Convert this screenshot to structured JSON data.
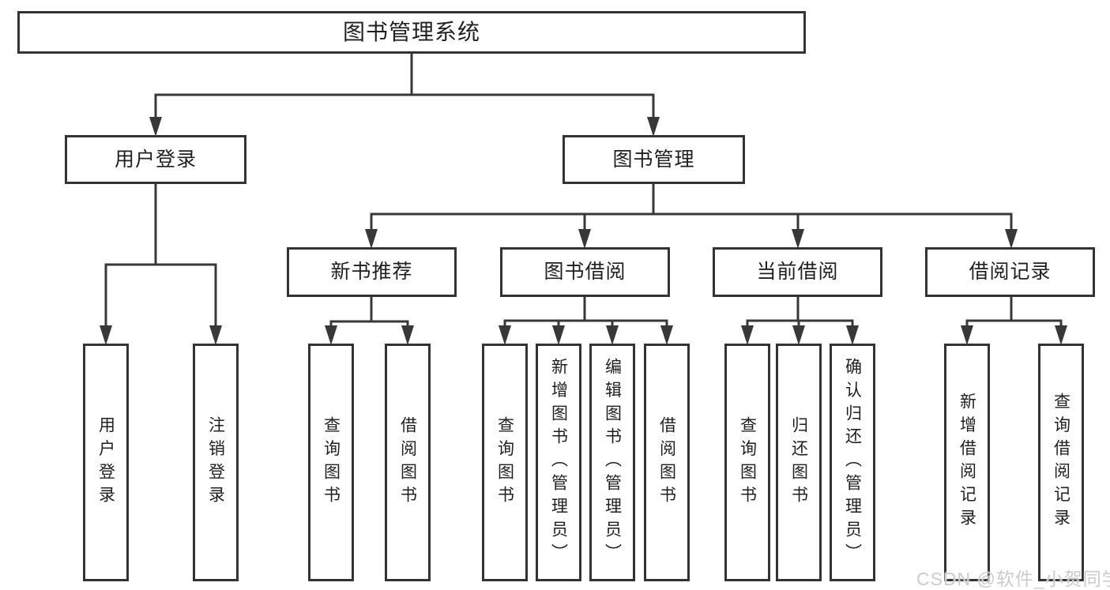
{
  "colors": {
    "background": "#ffffff",
    "line": "#383838",
    "box_border": "#333333",
    "text": "#1f1f1f",
    "watermark": "#cbcbcb"
  },
  "nodes": {
    "root": "图书管理系统",
    "user_login": "用户登录",
    "book_mgmt": "图书管理",
    "new_rec": "新书推荐",
    "borrow": "图书借阅",
    "current": "当前借阅",
    "records": "借阅记录",
    "leaf_login": "用户登录",
    "leaf_logout": "注销登录",
    "leaf_rec_query": "查询图书",
    "leaf_rec_borrow": "借阅图书",
    "leaf_bor_query": "查询图书",
    "leaf_bor_add": "新增图书（管理员）",
    "leaf_bor_edit": "编辑图书（管理员）",
    "leaf_bor_borrow": "借阅图书",
    "leaf_cur_query": "查询图书",
    "leaf_cur_return": "归还图书",
    "leaf_cur_confirm": "确认归还（管理员）",
    "leaf_br_add": "新增借阅记录",
    "leaf_br_query": "查询借阅记录"
  },
  "watermark": "CSDN @软件_小贺同学"
}
